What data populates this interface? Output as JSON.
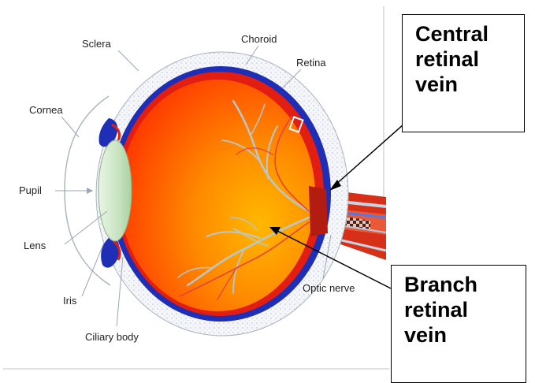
{
  "labels": {
    "sclera": "Sclera",
    "choroid": "Choroid",
    "retina": "Retina",
    "cornea": "Cornea",
    "pupil": "Pupil",
    "lens": "Lens",
    "iris": "Iris",
    "ciliary_body": "Ciliary body",
    "optic_nerve": "Optic nerve"
  },
  "callouts": {
    "central": [
      "Central",
      "retinal",
      "vein"
    ],
    "branch": [
      "Branch",
      "retinal",
      "vein"
    ]
  },
  "colors": {
    "sclera": "#e6ecf4",
    "choroid": "#1e2fb5",
    "retina": "#e21d12",
    "vitreous_inner": "#ffb300",
    "vitreous_outer": "#ff3a00",
    "lens": "#cfe8c8",
    "vessels": "#b7c7cc",
    "vein_red": "#e8423a",
    "nerve": "#cc2020"
  }
}
